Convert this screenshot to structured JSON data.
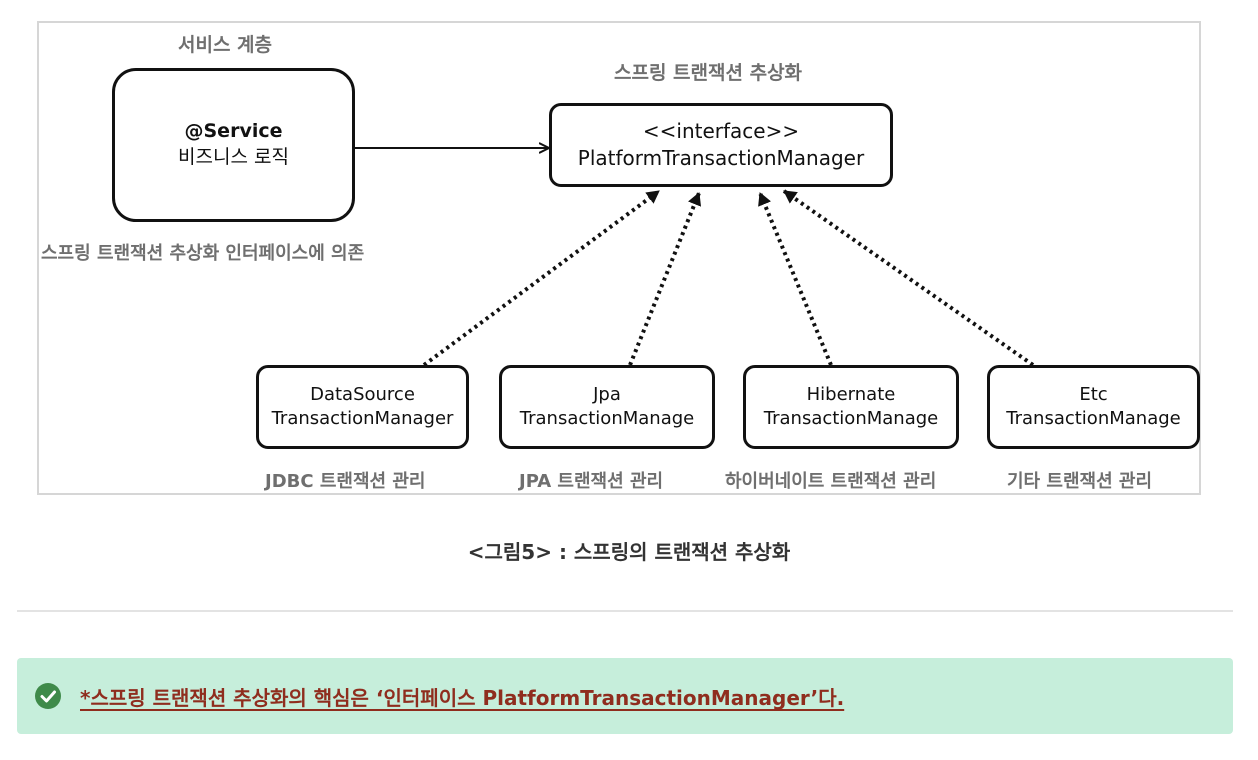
{
  "diagram": {
    "service_layer_label": "서비스 계층",
    "abstraction_label": "스프링 트랜잭션 추상화",
    "dependency_label": "스프링 트랜잭션 추상화 인터페이스에 의존",
    "service_box": {
      "line1": "@Service",
      "line2": "비즈니스 로직"
    },
    "interface_box": {
      "line1": "<<interface>>",
      "line2": "PlatformTransactionManager"
    },
    "implementations": [
      {
        "line1": "DataSource",
        "line2": "TransactionManager",
        "caption": "JDBC 트랜잭션 관리"
      },
      {
        "line1": "Jpa",
        "line2": "TransactionManage",
        "caption": "JPA 트랜잭션 관리"
      },
      {
        "line1": "Hibernate",
        "line2": "TransactionManage",
        "caption": "하이버네이트 트랜잭션 관리"
      },
      {
        "line1": "Etc",
        "line2": "TransactionManage",
        "caption": "기타 트랜잭션 관리"
      }
    ]
  },
  "caption": "<그림5> : 스프링의 트랜잭션 추상화",
  "callout": {
    "icon": "check-circle-icon",
    "text": "*스프링 트랜잭션 추상화의 핵심은 ‘인터페이스 PlatformTransactionManager’다.",
    "color": "#8f2d1e",
    "background": "#c6eedb"
  }
}
